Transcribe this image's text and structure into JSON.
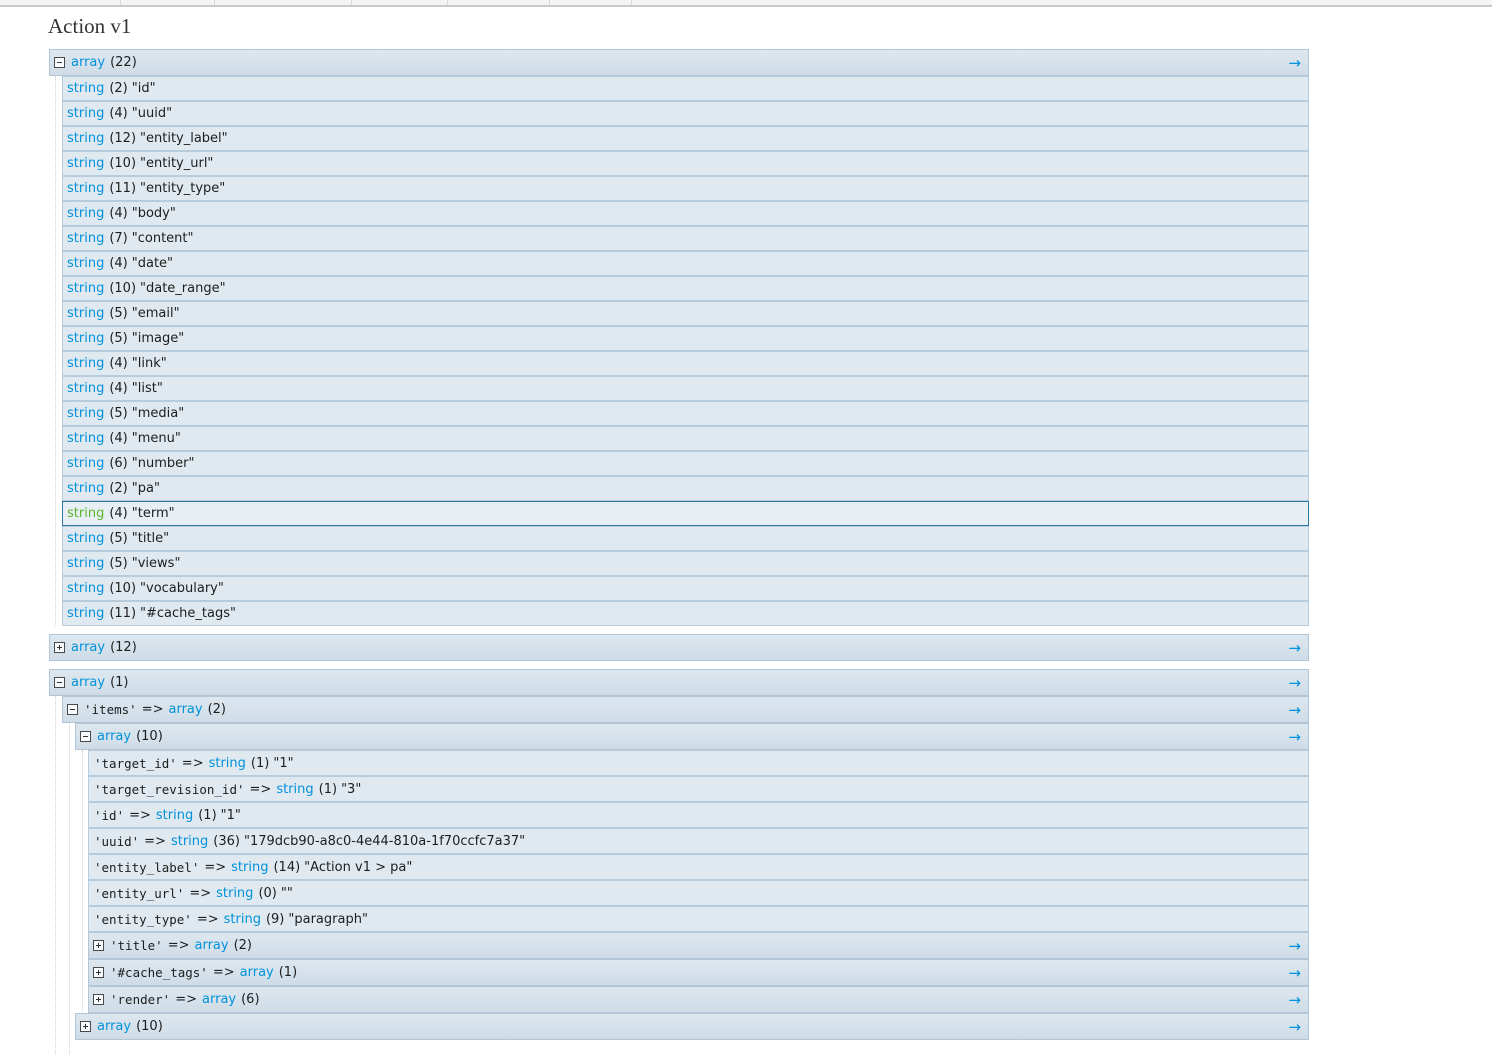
{
  "page_title": "Action v1",
  "arrow_glyph": "→",
  "colors": {
    "type_blue": "#0092db",
    "type_green": "#5cb730",
    "row_bg": "#e1e9f0",
    "highlight_border": "#2d78a5"
  },
  "icons": [
    "collapse-icon",
    "expand-icon",
    "arrow-right-icon"
  ],
  "block1": {
    "header": {
      "type": "array",
      "count": "(22)"
    },
    "items": [
      {
        "type": "string",
        "count": "(2)",
        "value": "\"id\""
      },
      {
        "type": "string",
        "count": "(4)",
        "value": "\"uuid\""
      },
      {
        "type": "string",
        "count": "(12)",
        "value": "\"entity_label\""
      },
      {
        "type": "string",
        "count": "(10)",
        "value": "\"entity_url\""
      },
      {
        "type": "string",
        "count": "(11)",
        "value": "\"entity_type\""
      },
      {
        "type": "string",
        "count": "(4)",
        "value": "\"body\""
      },
      {
        "type": "string",
        "count": "(7)",
        "value": "\"content\""
      },
      {
        "type": "string",
        "count": "(4)",
        "value": "\"date\""
      },
      {
        "type": "string",
        "count": "(10)",
        "value": "\"date_range\""
      },
      {
        "type": "string",
        "count": "(5)",
        "value": "\"email\""
      },
      {
        "type": "string",
        "count": "(5)",
        "value": "\"image\""
      },
      {
        "type": "string",
        "count": "(4)",
        "value": "\"link\""
      },
      {
        "type": "string",
        "count": "(4)",
        "value": "\"list\""
      },
      {
        "type": "string",
        "count": "(5)",
        "value": "\"media\""
      },
      {
        "type": "string",
        "count": "(4)",
        "value": "\"menu\""
      },
      {
        "type": "string",
        "count": "(6)",
        "value": "\"number\""
      },
      {
        "type": "string",
        "count": "(2)",
        "value": "\"pa\""
      },
      {
        "type": "string",
        "count": "(4)",
        "value": "\"term\""
      },
      {
        "type": "string",
        "count": "(5)",
        "value": "\"title\""
      },
      {
        "type": "string",
        "count": "(5)",
        "value": "\"views\""
      },
      {
        "type": "string",
        "count": "(10)",
        "value": "\"vocabulary\""
      },
      {
        "type": "string",
        "count": "(11)",
        "value": "\"#cache_tags\""
      }
    ]
  },
  "block2": {
    "header": {
      "type": "array",
      "count": "(12)"
    }
  },
  "block3": {
    "header": {
      "type": "array",
      "count": "(1)"
    },
    "items_row": {
      "key": "'items'",
      "op": "=>",
      "type": "array",
      "count": "(2)"
    },
    "inner_header": {
      "type": "array",
      "count": "(10)"
    },
    "fields": [
      {
        "key": "'target_id'",
        "op": "=>",
        "type": "string",
        "count": "(1)",
        "value": "\"1\""
      },
      {
        "key": "'target_revision_id'",
        "op": "=>",
        "type": "string",
        "count": "(1)",
        "value": "\"3\""
      },
      {
        "key": "'id'",
        "op": "=>",
        "type": "string",
        "count": "(1)",
        "value": "\"1\""
      },
      {
        "key": "'uuid'",
        "op": "=>",
        "type": "string",
        "count": "(36)",
        "value": "\"179dcb90-a8c0-4e44-810a-1f70ccfc7a37\""
      },
      {
        "key": "'entity_label'",
        "op": "=>",
        "type": "string",
        "count": "(14)",
        "value": "\"Action v1 > pa\""
      },
      {
        "key": "'entity_url'",
        "op": "=>",
        "type": "string",
        "count": "(0)",
        "value": "\"\""
      },
      {
        "key": "'entity_type'",
        "op": "=>",
        "type": "string",
        "count": "(9)",
        "value": "\"paragraph\""
      }
    ],
    "sub_arrays": [
      {
        "key": "'title'",
        "op": "=>",
        "type": "array",
        "count": "(2)"
      },
      {
        "key": "'#cache_tags'",
        "op": "=>",
        "type": "array",
        "count": "(1)"
      },
      {
        "key": "'render'",
        "op": "=>",
        "type": "array",
        "count": "(6)"
      }
    ],
    "last_array": {
      "type": "array",
      "count": "(10)"
    }
  }
}
